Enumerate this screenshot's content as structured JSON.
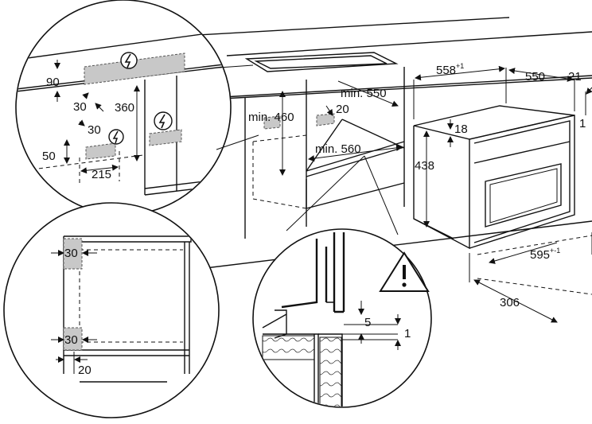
{
  "dimensions": {
    "worktop_offset": "90",
    "socket_gap": "30",
    "socket_zone_height": "360",
    "socket_small_gap": "30",
    "socket_height": "50",
    "socket_width": "215",
    "niche_height_min": "min. 460",
    "niche_depth_min": "min. 550",
    "niche_offset": "20",
    "niche_width_min": "min. 560",
    "oven_width": "558",
    "oven_width_tol": "+1",
    "oven_depth": "550",
    "front_thickness": "21",
    "front_side": "1",
    "top_gap": "18",
    "oven_height": "438",
    "front_width": "595",
    "front_width_tol": "+-1",
    "door_swing": "306",
    "vent_gap_top": "30",
    "vent_gap_bottom": "30",
    "side_gap": "20",
    "detail_gap": "5",
    "detail_step": "1"
  },
  "icons": {
    "power": "lightning-bolt-in-circle",
    "warning": "exclamation-triangle"
  },
  "colors": {
    "line": "#111111",
    "shade": "#c8c8c8",
    "background": "#ffffff"
  }
}
